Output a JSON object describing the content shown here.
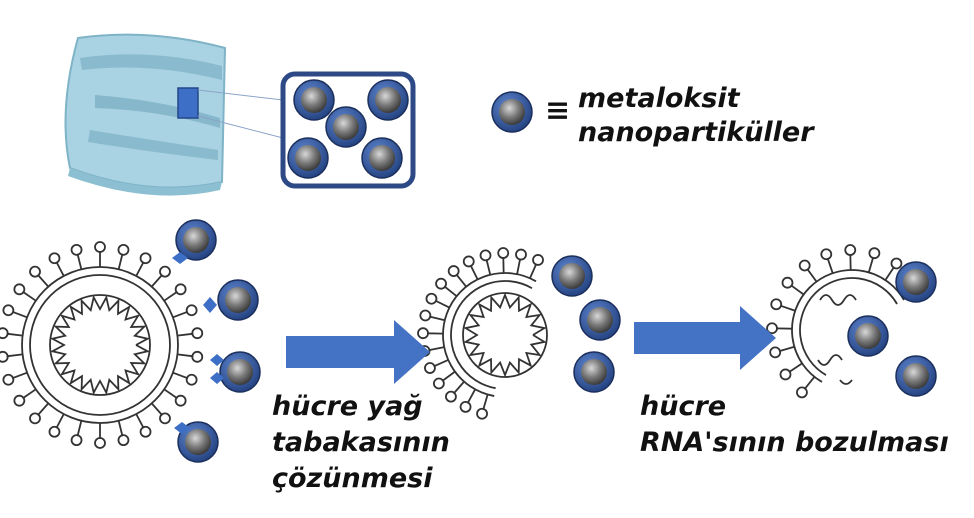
{
  "legend": {
    "symbol": "≡",
    "line1": "metaloksit",
    "line2": "nanopartiküller"
  },
  "step1": {
    "line1": "hücre yağ",
    "line2": "tabakasının",
    "line3": "çözünmesi"
  },
  "step2": {
    "line1": "hücre",
    "line2": "RNA'sının bozulması"
  },
  "colors": {
    "arrow": "#4472C4",
    "particle_shell": "#2F4F8F",
    "particle_core": "#6E6E6E",
    "mask": "#A9D2E2",
    "mask_stripe": "#6FA5BB",
    "frame": "#2E4A86",
    "virus_line": "#333333"
  },
  "icons": [
    "face-mask-icon",
    "nanoparticle-icon",
    "coronavirus-icon",
    "right-arrow-icon"
  ]
}
